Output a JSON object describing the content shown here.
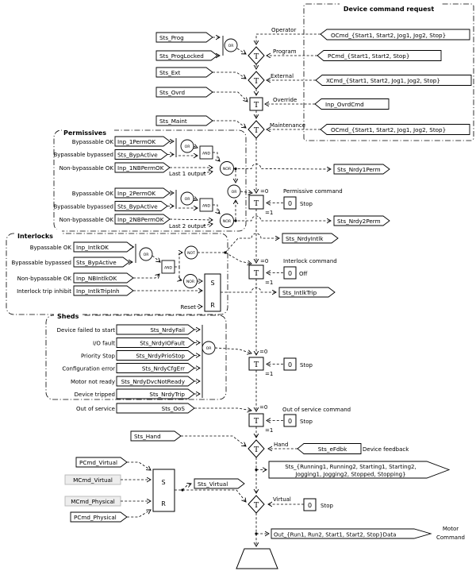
{
  "symbols": {
    "t": "T",
    "s": "S",
    "r": "R",
    "zero": "0",
    "eq0": "=0",
    "eq1": "=1",
    "or": "OR",
    "and": "AND",
    "nor": "NOR",
    "not": "NOT"
  },
  "device_command_request": {
    "title": "Device command request",
    "tags": [
      "OCmd_{Start1, Start2, Jog1, Jog2, Stop}",
      "PCmd_{Start1, Start2, Stop}",
      "XCmd_{Start1, Start2, Jog1, Jog2, Stop}",
      "Inp_OvrdCmd",
      "OCmd_{Start1, Start2, Jog1, Jog2, Stop}"
    ]
  },
  "modes": {
    "source_tags": [
      "Sts_Prog",
      "Sts_ProgLocked",
      "Sts_Ext",
      "Sts_Ovrd",
      "Sts_Maint"
    ],
    "mode_labels": [
      "Operator",
      "Program",
      "External",
      "Override",
      "Maintenance"
    ]
  },
  "permissives": {
    "title": "Permissives",
    "row_labels": [
      "Bypassable OK",
      "Bypassable bypassed",
      "Non-bypassable OK"
    ],
    "group1_tags": [
      "Inp_1PermOK",
      "Sts_BypActive",
      "Inp_1NBPermOK"
    ],
    "group2_tags": [
      "Inp_2PermOK",
      "Sts_BypActive",
      "Inp_2NBPermOK"
    ],
    "last1_label": "Last 1 output",
    "last2_label": "Last 2 output",
    "out1_tag": "Sts_Nrdy1Perm",
    "out2_tag": "Sts_Nrdy2Perm",
    "cmd_label": "Permissive command",
    "stop_label": "Stop"
  },
  "interlocks": {
    "title": "Interlocks",
    "row_labels": [
      "Bypassable OK",
      "Bypassable bypassed",
      "Non-bypassable OK",
      "Interlock trip inhibit"
    ],
    "tags": [
      "Inp_IntlkOK",
      "Sts_BypActive",
      "Inp_NBIntlkOK",
      "Inp_IntlkTripInh"
    ],
    "reset_label": "Reset",
    "out_nrdy_tag": "Sts_NrdyIntlk",
    "out_trip_tag": "Sts_IntlkTrip",
    "cmd_label": "Interlock command",
    "off_label": "Off"
  },
  "sheds": {
    "title": "Sheds",
    "row_labels": [
      "Device failed to start",
      "I/O fault",
      "Priority Stop",
      "Configuration error",
      "Motor not ready",
      "Device tripped"
    ],
    "tags": [
      "Sts_NrdyFail",
      "Sts_NrdyIOFault",
      "Sts_NrdyPrioStop",
      "Sts_NrdyCfgErr",
      "Sts_NrdyDvcNotReady",
      "Sts_NrdyTrip"
    ],
    "stop_label": "Stop"
  },
  "out_of_service": {
    "label": "Out of service",
    "tag": "Sts_OoS",
    "cmd_label": "Out of service command",
    "stop_label": "Stop"
  },
  "hand": {
    "tag": "Sts_Hand",
    "label": "Hand",
    "feedback_tag": "Sts_eFdbk",
    "feedback_label": "Device feedback"
  },
  "status_output": {
    "line1": "Sts_{Running1, Running2, Starting1, Starting2,",
    "line2": "Jogging1, Jogging2, Stopped, Stopping}"
  },
  "virtual_block": {
    "pcmd_virtual": "PCmd_Virtual",
    "mcmd_virtual": "MCmd_Virtual",
    "mcmd_physical": "MCmd_Physical",
    "pcmd_physical": "PCmd_Physical",
    "sts_virtual": "Sts_Virtual",
    "label": "Virtual",
    "stop_label": "Stop"
  },
  "motor_output": {
    "tag": "Out_{Run1, Run2, Start1, Start2, Stop}Data",
    "label_line1": "Motor",
    "label_line2": "Command"
  },
  "colors": {
    "highlight_fill": "#ededed",
    "line": "#000000"
  }
}
